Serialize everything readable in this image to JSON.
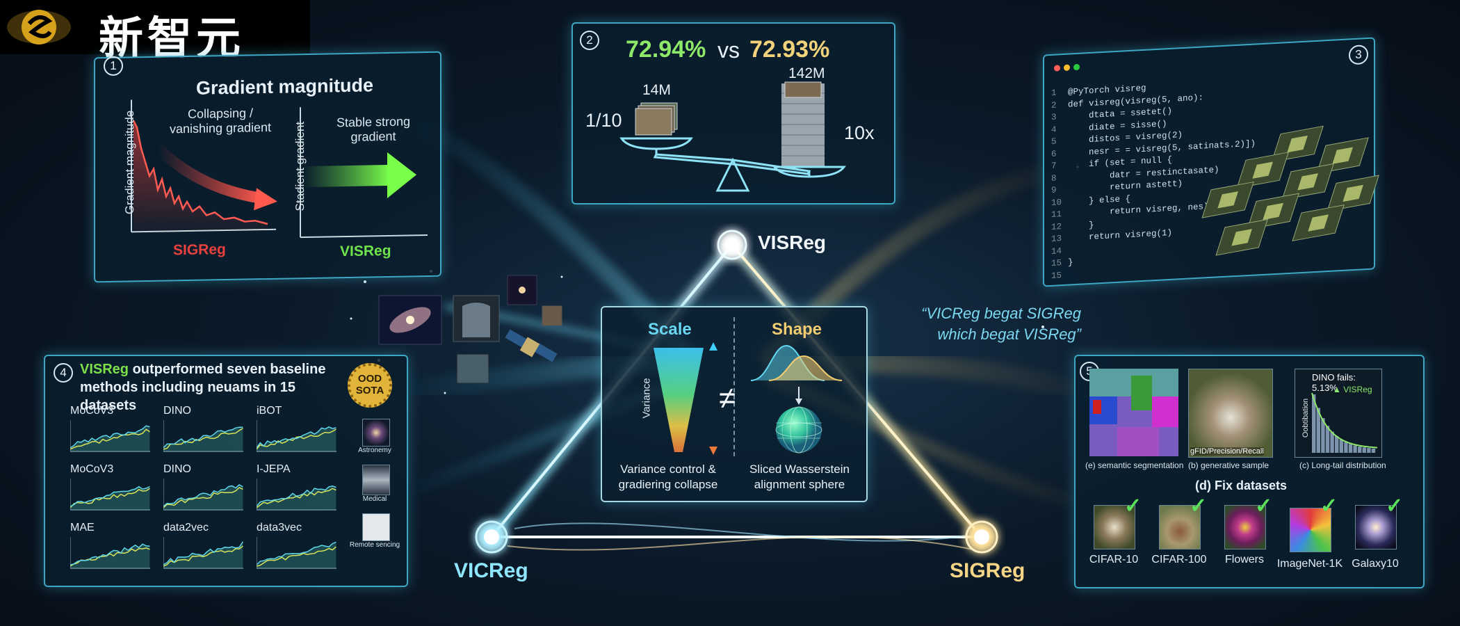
{
  "logo": {
    "text": "新智元"
  },
  "panel1": {
    "num": "1",
    "title": "Gradient magnitude",
    "left_ylabel": "Gradient magnitude",
    "left_note": "Collapsing / vanishing gradient",
    "left_name": "SIGReg",
    "right_ylabel": "Stadient gradient",
    "right_note": "Stable strong gradient",
    "right_name": "VISReg",
    "colors": {
      "sigreg": "#e8413d",
      "visreg": "#6fe44a"
    }
  },
  "panel2": {
    "num": "2",
    "left_pct": "72.94%",
    "vs": "vs",
    "right_pct": "72.93%",
    "left_size": "14M",
    "left_ratio": "1/10",
    "right_size": "142M",
    "right_ratio": "10x"
  },
  "panel3": {
    "num": "3",
    "code_lines": [
      "@PyTorch visreg",
      "def visreg(visreg(5, ano):",
      "    dtata = ssetet()",
      "    diate = sisse()",
      "    distos = visreg(2)",
      "    nesr = = visreg(5, satinats.2)])",
      "    if (set = null {",
      "        datr = restinctasate)",
      "        return astett)",
      "    } else {",
      "        return visreg, nes)",
      "    }",
      "    return visreg(1)",
      "",
      "}",
      ""
    ],
    "line_numbers": [
      "1",
      "2",
      "3",
      "4",
      "5",
      "6",
      "7",
      "8",
      "9",
      "10",
      "11",
      "12",
      "13",
      "14",
      "15",
      "15"
    ]
  },
  "panel4": {
    "num": "4",
    "title_hl": "VISReg",
    "title_rest": " outperformed seven baseline",
    "title_line2": "methods including neuams in 15 datasets",
    "badge_line1": "OOD",
    "badge_line2": "SOTA",
    "charts": [
      "MoCoV3",
      "DINO",
      "iBOT",
      "MoCoV3",
      "DINO",
      "I-JEPA",
      "MAE",
      "data2vec",
      "data3vec"
    ],
    "side_items": [
      "Astronemy",
      "Medical",
      "Remote sencing"
    ]
  },
  "panel5": {
    "num": "5",
    "cap_a": "(e) semantic segmentation",
    "cap_b": "(b) generative sample",
    "cap_b_overlay": "gFID/Precision/Recall",
    "cap_c": "(c) Long-tail distribution",
    "hist_title": "DINO fails: 5.13%",
    "hist_legend": "▲ VISReg",
    "hist_ylabel": "Oobtibation",
    "fix_title": "(d) Fix datasets",
    "datasets": [
      "CIFAR-10",
      "CIFAR-100",
      "Flowers",
      "ImageNet-1K",
      "Galaxy10"
    ]
  },
  "center": {
    "scale_title": "Scale",
    "shape_title": "Shape",
    "variance_label": "Variance",
    "neq": "≠",
    "scale_caption": "Variance control & gradiering collapse",
    "shape_caption": "Sliced Wasserstein alignment sphere"
  },
  "triangle": {
    "top": "VISReg",
    "left": "VICReg",
    "right": "SIGReg"
  },
  "quote": {
    "line1": "“VICReg begat SIGReg",
    "line2": "which begat VISReg”"
  }
}
